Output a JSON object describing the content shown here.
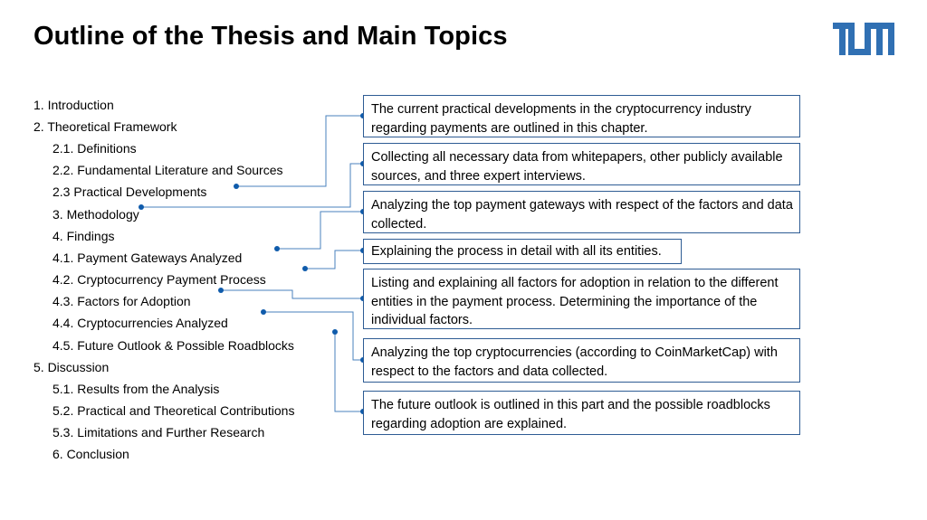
{
  "title": "Outline of the Thesis and Main Topics",
  "logo": {
    "icon": "tum-logo-icon",
    "color": "#3070b3"
  },
  "accent_color": "#0f5bab",
  "outline": [
    "1. Introduction",
    "2. Theoretical Framework",
    "2.1. Definitions",
    "2.2. Fundamental Literature and Sources",
    "2.3 Practical Developments",
    "3. Methodology",
    "4. Findings",
    "4.1. Payment Gateways Analyzed",
    "4.2. Cryptocurrency Payment Process",
    "4.3. Factors for Adoption",
    "4.4. Cryptocurrencies Analyzed",
    "4.5. Future Outlook & Possible Roadblocks",
    "5. Discussion",
    "5.1. Results from the Analysis",
    "5.2. Practical and Theoretical Contributions",
    "5.3. Limitations and Further Research",
    "6. Conclusion"
  ],
  "descriptions": [
    "The current practical developments in the cryptocurrency industry regarding payments are outlined in this chapter.",
    "Collecting all necessary data from whitepapers, other publicly available sources, and three expert interviews.",
    "Analyzing the top payment gateways with respect of the factors and data collected.",
    "Explaining the process in detail with all its entities.",
    "Listing and explaining all factors for adoption in relation to the different entities in the payment process. Determining the importance of the individual factors.",
    "Analyzing the top cryptocurrencies (according to CoinMarketCap) with respect to the factors and data collected.",
    "The future outlook is outlined in this part and the possible roadblocks regarding adoption are explained."
  ]
}
